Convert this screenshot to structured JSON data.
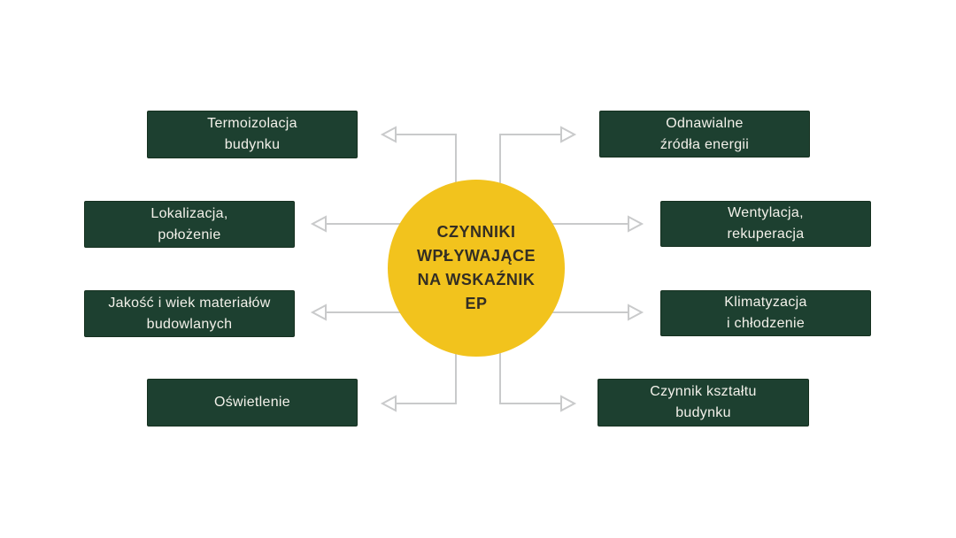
{
  "colors": {
    "background": "#ffffff",
    "box_fill": "#1d4030",
    "box_border": "#15301f",
    "box_text": "#f3f1ea",
    "circle_fill": "#f2c31d",
    "circle_text": "#332e24",
    "connector": "#c9cacb"
  },
  "diagram": {
    "center_label": "CZYNNIKI\nWPŁYWAJĄCE\nNA WSKAŹNIK\nEP",
    "left_boxes": [
      {
        "label": "Termoizolacja\nbudynku"
      },
      {
        "label": "Lokalizacja,\npołożenie"
      },
      {
        "label": "Jakość i wiek materiałów\nbudowlanych"
      },
      {
        "label": "Oświetlenie"
      }
    ],
    "right_boxes": [
      {
        "label": "Odnawialne\nźródła energii"
      },
      {
        "label": "Wentylacja,\nrekuperacja"
      },
      {
        "label": "Klimatyzacja\ni chłodzenie"
      },
      {
        "label": "Czynnik kształtu\nbudynku"
      }
    ]
  }
}
